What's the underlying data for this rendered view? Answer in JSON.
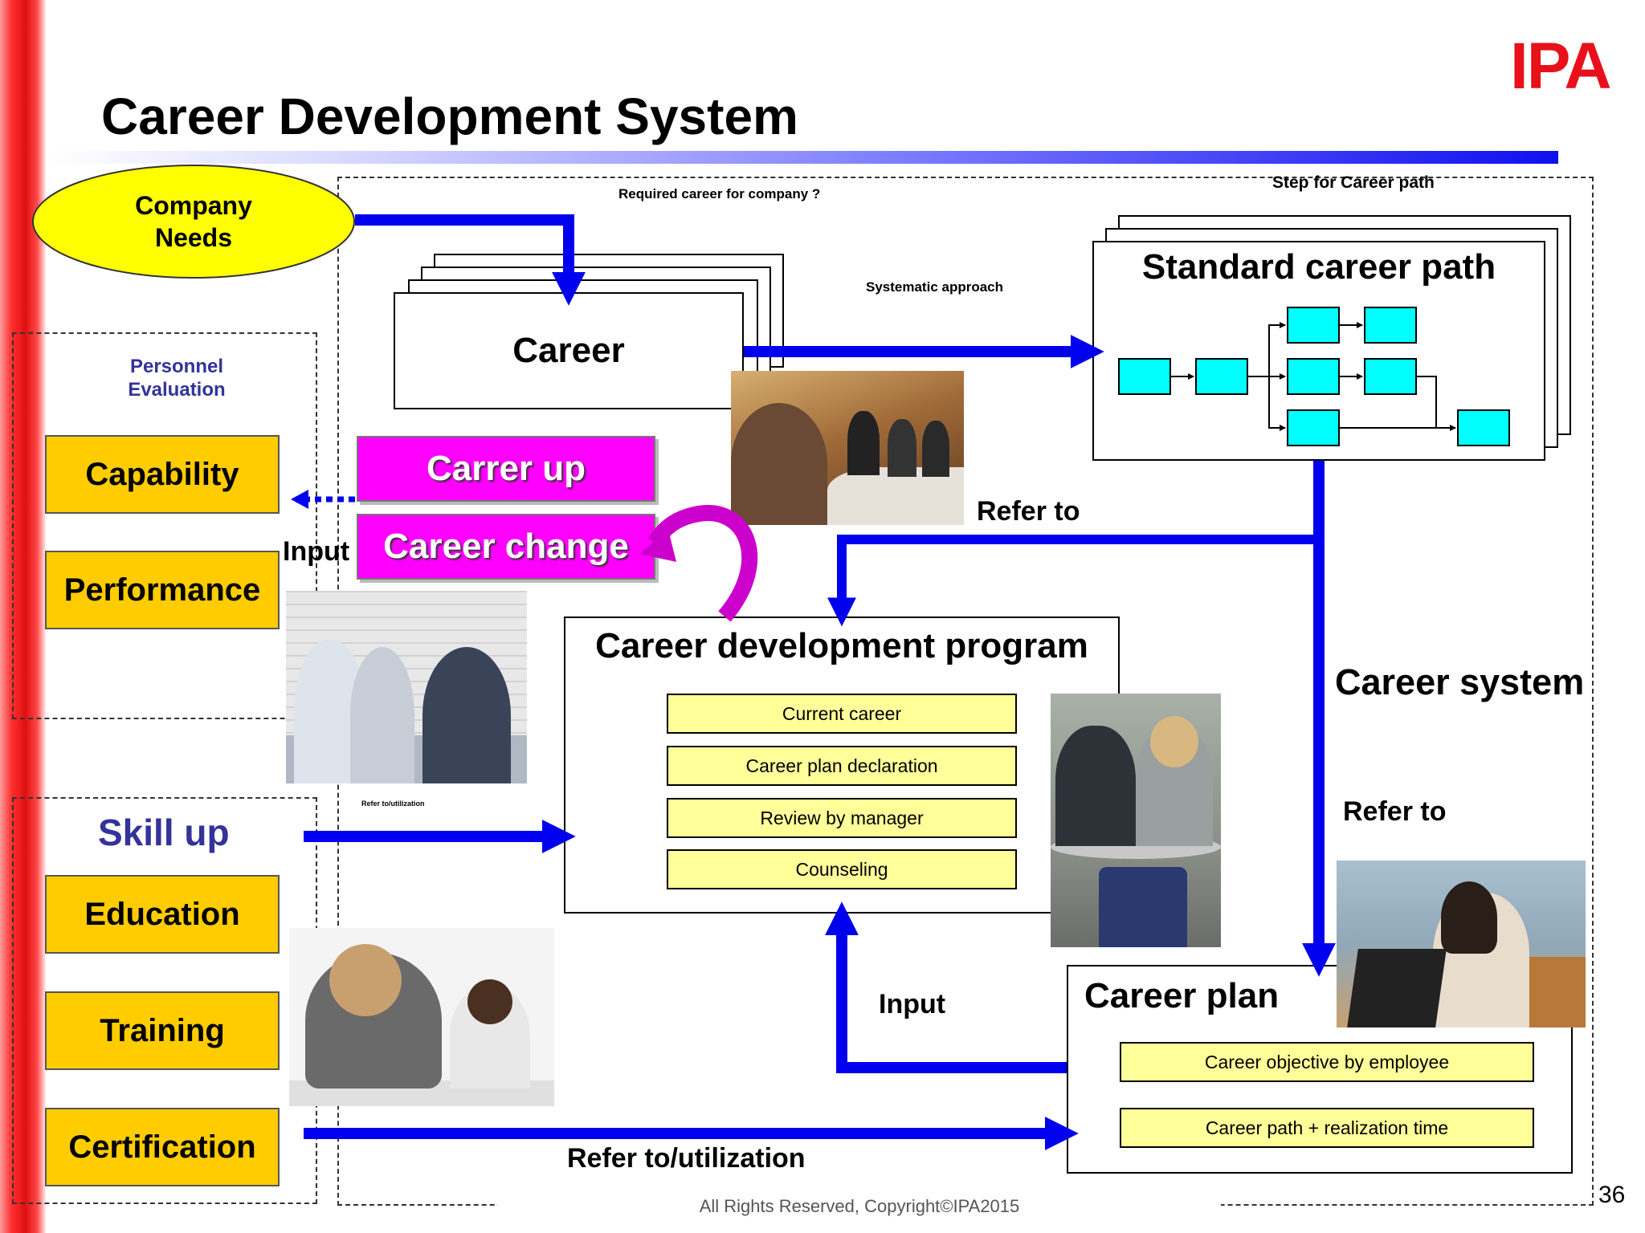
{
  "slide": {
    "title": "Career Development System",
    "logo": "IPA",
    "page_number": "36",
    "footer": "All Rights Reserved, Copyright©IPA2015"
  },
  "company_needs": "Company\nNeeds",
  "labels": {
    "required_career": "Required career for company ?",
    "step_for_career_path": "Step for Career path",
    "systematic_approach": "Systematic approach",
    "refer_to_top": "Refer to",
    "input_left": "Input",
    "career_system": "Career system",
    "refer_to_right": "Refer to",
    "refer_to_utilization_small": "Refer to/utilization",
    "input_bottom": "Input",
    "refer_to_utilization": "Refer to/utilization"
  },
  "career_box": {
    "label": "Career"
  },
  "standard_path": {
    "title": "Standard career path"
  },
  "personnel_evaluation": {
    "heading": "Personnel\nEvaluation",
    "items": [
      "Capability",
      "Performance"
    ]
  },
  "skill_up": {
    "heading": "Skill up",
    "items": [
      "Education",
      "Training",
      "Certification"
    ]
  },
  "career_moves": {
    "up": "Carrer up",
    "change": "Career change"
  },
  "program": {
    "title": "Career development program",
    "items": [
      "Current career",
      "Career plan declaration",
      "Review by manager",
      "Counseling"
    ]
  },
  "career_plan": {
    "title": "Career plan",
    "items": [
      "Career objective by employee",
      "Career path + realization time"
    ]
  },
  "colors": {
    "arrow_blue": "#0000ee",
    "magenta": "#ff00ff",
    "orange": "#ffcc00",
    "cyan": "#00ffff",
    "pale_yellow": "#ffff99",
    "company_needs_yellow": "#ffff00",
    "logo_red": "#e8101a"
  }
}
